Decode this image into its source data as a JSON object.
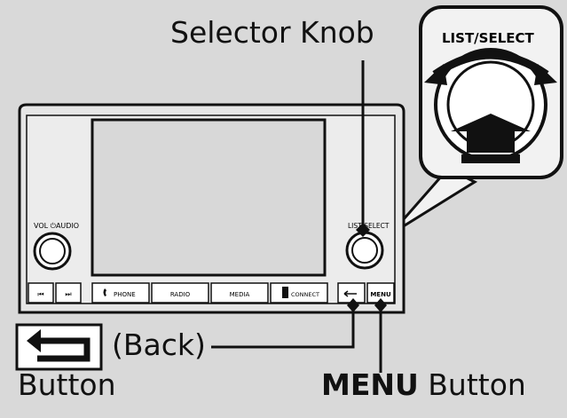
{
  "callouts": {
    "selector_knob": "Selector Knob",
    "back": "(Back)",
    "button": "Button",
    "menu_bold": "MENU",
    "menu_rest": " Button"
  },
  "unit": {
    "vol_audio_label": "VOL ⏻AUDIO",
    "list_select_label": "LIST/SELECT",
    "buttons": {
      "prev": "⏮",
      "next": "⏭",
      "phone": "PHONE",
      "radio": "RADIO",
      "media": "MEDIA",
      "connect": "CONNECT",
      "menu": "MENU"
    }
  },
  "zoom": {
    "label": "LIST/SELECT"
  },
  "colors": {
    "background": "#d9d9d9",
    "line": "#111111",
    "unit_fill": "#e8e8e8",
    "screen_fill": "#d6d6d6"
  },
  "icons": [
    "back-arrow-icon",
    "phone-icon",
    "connect-icon",
    "rotate-arrows-icon",
    "press-arrow-icon"
  ]
}
